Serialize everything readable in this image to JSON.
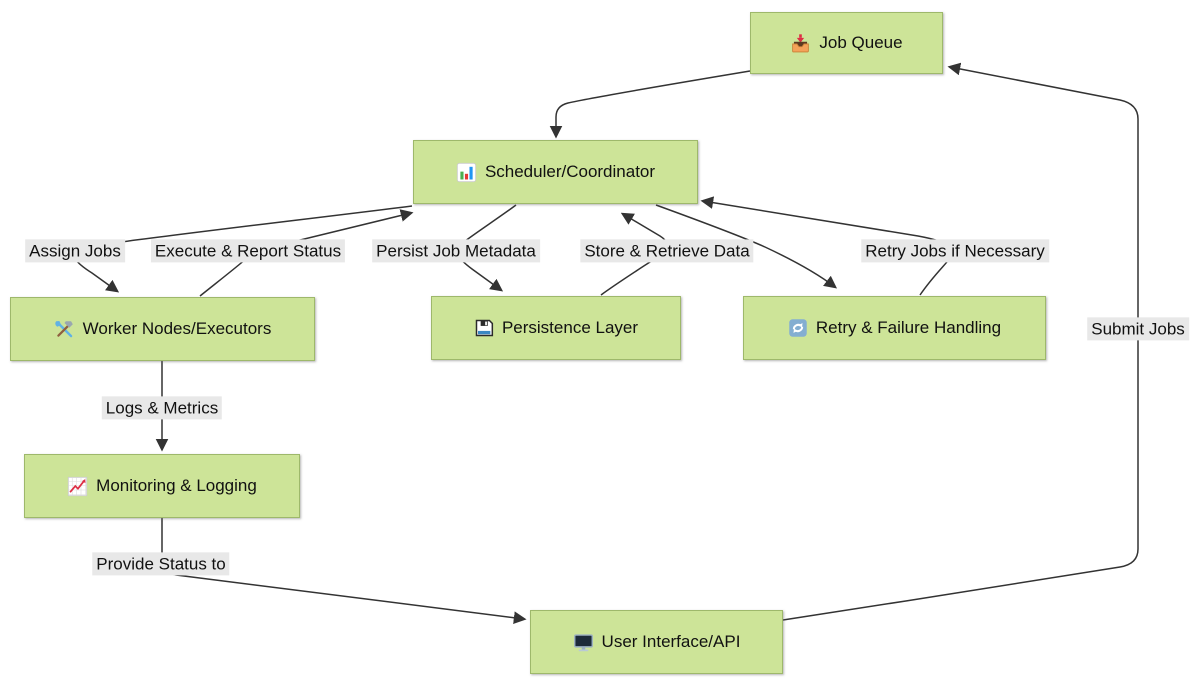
{
  "diagram": {
    "title": "Job scheduling system flowchart",
    "colors": {
      "node_fill": "#cde498",
      "node_border": "#9eb86b",
      "edge_label_bg": "#e8e8e8",
      "edge_line": "#333333",
      "text": "#111111",
      "background": "#ffffff"
    },
    "nodes": [
      {
        "id": "job-queue",
        "label": "Job Queue",
        "icon": "inbox-tray-icon"
      },
      {
        "id": "scheduler",
        "label": "Scheduler/Coordinator",
        "icon": "bar-chart-icon"
      },
      {
        "id": "workers",
        "label": "Worker Nodes/Executors",
        "icon": "hammer-wrench-icon"
      },
      {
        "id": "persistence",
        "label": "Persistence Layer",
        "icon": "floppy-disk-icon"
      },
      {
        "id": "retry",
        "label": "Retry & Failure Handling",
        "icon": "counterclockwise-arrows-icon"
      },
      {
        "id": "monitoring",
        "label": "Monitoring & Logging",
        "icon": "chart-upward-icon"
      },
      {
        "id": "ui",
        "label": "User Interface/API",
        "icon": "desktop-computer-icon"
      }
    ],
    "edges": [
      {
        "from": "Job Queue",
        "to": "Scheduler/Coordinator",
        "label": ""
      },
      {
        "from": "Scheduler/Coordinator",
        "to": "Worker Nodes/Executors",
        "label": "Assign Jobs"
      },
      {
        "from": "Worker Nodes/Executors",
        "to": "Scheduler/Coordinator",
        "label": "Execute & Report Status"
      },
      {
        "from": "Scheduler/Coordinator",
        "to": "Persistence Layer",
        "label": "Persist Job Metadata"
      },
      {
        "from": "Persistence Layer",
        "to": "Scheduler/Coordinator",
        "label": "Store & Retrieve Data"
      },
      {
        "from": "Scheduler/Coordinator",
        "to": "Retry & Failure Handling",
        "label": ""
      },
      {
        "from": "Retry & Failure Handling",
        "to": "Scheduler/Coordinator",
        "label": "Retry Jobs if Necessary"
      },
      {
        "from": "Worker Nodes/Executors",
        "to": "Monitoring & Logging",
        "label": "Logs & Metrics"
      },
      {
        "from": "Monitoring & Logging",
        "to": "User Interface/API",
        "label": "Provide Status to"
      },
      {
        "from": "User Interface/API",
        "to": "Job Queue",
        "label": "Submit Jobs"
      }
    ]
  }
}
